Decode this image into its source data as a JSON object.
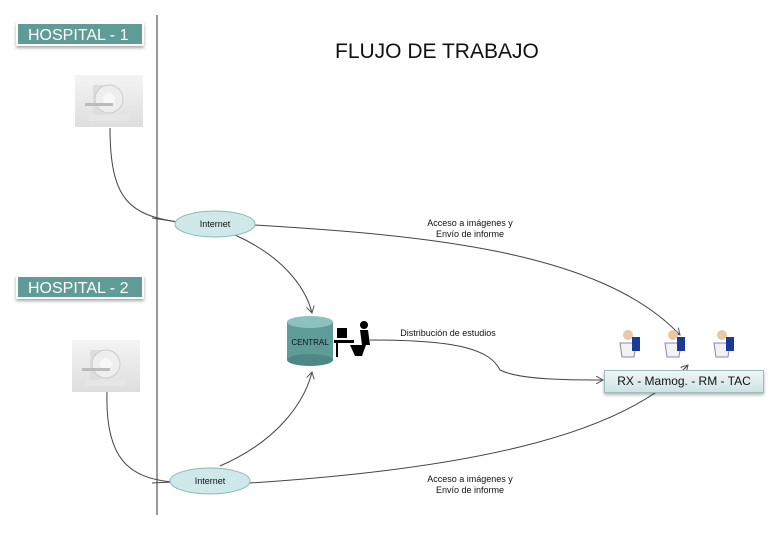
{
  "title": "FLUJO DE TRABAJO",
  "hospitals": [
    {
      "label": "HOSPITAL - 1"
    },
    {
      "label": "HOSPITAL - 2"
    }
  ],
  "clouds": [
    {
      "label": "Internet"
    },
    {
      "label": "Internet"
    }
  ],
  "central": {
    "label": "CENTRAL"
  },
  "edges": {
    "top_access": [
      "Acceso a imágenes y",
      "Envío de informe"
    ],
    "bottom_access": [
      "Acceso a imágenes y",
      "Envío de informe"
    ],
    "distribution": "Distribución de estudios"
  },
  "modalities": {
    "label": "RX - Mamog. - RM - TAC"
  },
  "radiologists_count": 3,
  "colors": {
    "teal": "#5f9c98",
    "cloud": "#cfe8ea",
    "db": "#5f9c98"
  }
}
